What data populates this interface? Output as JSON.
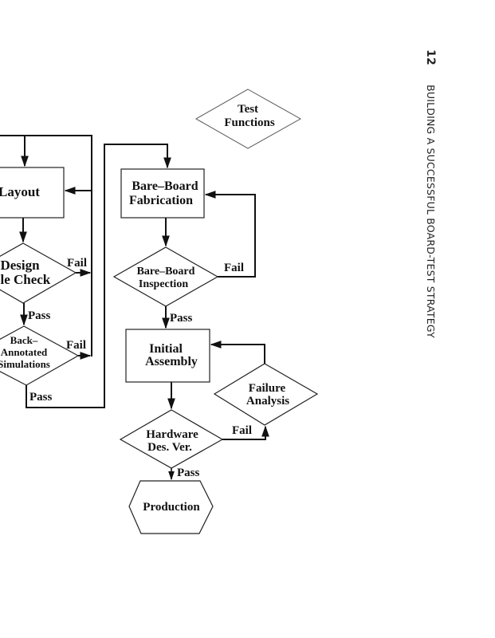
{
  "running_head": {
    "chapter_number": "12",
    "chapter_title": "BUILDING A SUCCESSFUL BOARD-TEST STRATEGY"
  },
  "flowchart": {
    "nodes": {
      "layout": {
        "type": "process",
        "lines": [
          "Layout"
        ]
      },
      "design_rule_check": {
        "type": "decision",
        "lines": [
          "Design",
          "Rule Check"
        ]
      },
      "back_annotated_simulations": {
        "type": "decision",
        "lines": [
          "Back–",
          "Annotated",
          "Simulations"
        ]
      },
      "test_functions": {
        "type": "decision",
        "lines": [
          "Test",
          "Functions"
        ]
      },
      "bare_board_fabrication": {
        "type": "process",
        "lines": [
          "Bare–Board",
          "Fabrication"
        ]
      },
      "bare_board_inspection": {
        "type": "decision",
        "lines": [
          "Bare–Board",
          "Inspection"
        ]
      },
      "initial_assembly": {
        "type": "process",
        "lines": [
          "Initial",
          "Assembly"
        ]
      },
      "failure_analysis": {
        "type": "decision",
        "lines": [
          "Failure",
          "Analysis"
        ]
      },
      "hardware_des_ver": {
        "type": "decision",
        "lines": [
          "Hardware",
          "Des. Ver."
        ]
      },
      "production": {
        "type": "terminal",
        "lines": [
          "Production"
        ]
      }
    },
    "edge_labels": {
      "drc_fail": "Fail",
      "drc_pass": "Pass",
      "bas_fail": "Fail",
      "bas_pass": "Pass",
      "bbi_fail": "Fail",
      "bbi_pass": "Pass",
      "hdv_fail": "Fail",
      "hdv_pass": "Pass"
    },
    "edges": [
      {
        "from": "layout",
        "to": "design_rule_check"
      },
      {
        "from": "design_rule_check",
        "to": "layout",
        "label": "Fail"
      },
      {
        "from": "design_rule_check",
        "to": "back_annotated_simulations",
        "label": "Pass"
      },
      {
        "from": "back_annotated_simulations",
        "to": "layout",
        "label": "Fail"
      },
      {
        "from": "back_annotated_simulations",
        "to": "bare_board_fabrication",
        "label": "Pass"
      },
      {
        "from": "bare_board_fabrication",
        "to": "bare_board_inspection"
      },
      {
        "from": "bare_board_inspection",
        "to": "bare_board_fabrication",
        "label": "Fail"
      },
      {
        "from": "bare_board_inspection",
        "to": "initial_assembly",
        "label": "Pass"
      },
      {
        "from": "initial_assembly",
        "to": "hardware_des_ver"
      },
      {
        "from": "hardware_des_ver",
        "to": "failure_analysis",
        "label": "Fail"
      },
      {
        "from": "failure_analysis",
        "to": "initial_assembly"
      },
      {
        "from": "hardware_des_ver",
        "to": "production",
        "label": "Pass"
      }
    ]
  }
}
